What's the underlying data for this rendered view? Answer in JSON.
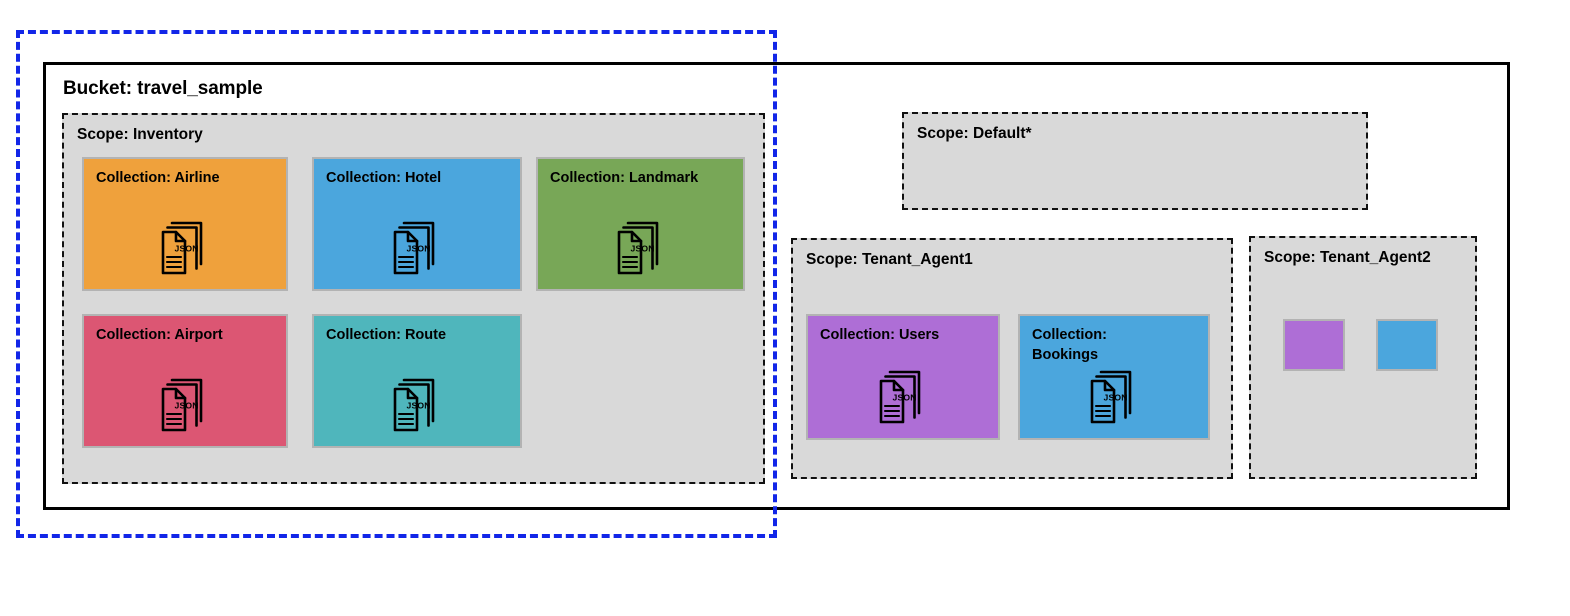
{
  "diagram": {
    "title_text": "Bucket: travel_sample",
    "icon_name": "json-documents-icon",
    "icon_text": "JSON",
    "highlight_color": "#1226e8",
    "bucket_border_color": "#000000",
    "scope_fill_color": "#d9d9d9"
  },
  "bucket": {
    "label": "Bucket: travel_sample"
  },
  "scopes": [
    {
      "id": "inventory",
      "label": "Scope: Inventory",
      "collections": [
        {
          "label": "Collection: Airline",
          "color": "#efa13c",
          "has_icon": true
        },
        {
          "label": "Collection: Hotel",
          "color": "#4ba6dd",
          "has_icon": true
        },
        {
          "label": "Collection: Landmark",
          "color": "#78a757",
          "has_icon": true
        },
        {
          "label": "Collection: Airport",
          "color": "#dc5673",
          "has_icon": true
        },
        {
          "label": "Collection: Route",
          "color": "#4fb6bc",
          "has_icon": true
        }
      ]
    },
    {
      "id": "default",
      "label": "Scope: Default*",
      "collections": []
    },
    {
      "id": "tenant1",
      "label": "Scope: Tenant_Agent1",
      "collections": [
        {
          "label": "Collection: Users",
          "color": "#ae6ed6",
          "has_icon": true
        },
        {
          "label": "Collection: Bookings",
          "color": "#4ba6dd",
          "has_icon": true
        }
      ]
    },
    {
      "id": "tenant2",
      "label": "Scope: Tenant_Agent2",
      "collections": [
        {
          "label": "",
          "color": "#ae6ed6",
          "has_icon": false
        },
        {
          "label": "",
          "color": "#4ba6dd",
          "has_icon": false
        }
      ]
    }
  ]
}
